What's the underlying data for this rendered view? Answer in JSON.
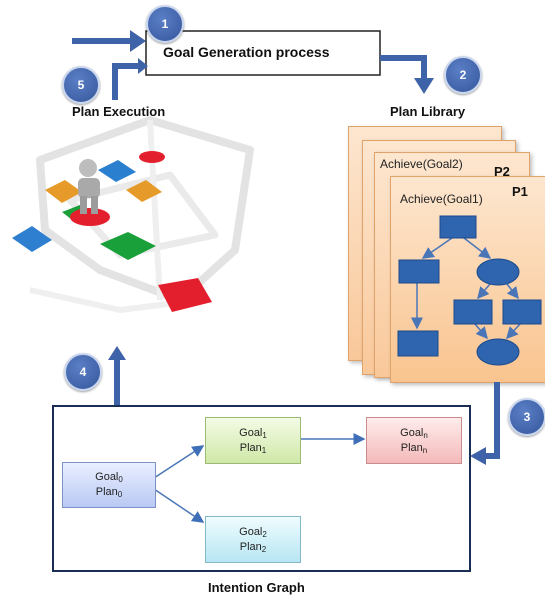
{
  "top": {
    "goal_generation": "Goal Generation process",
    "plan_execution": "Plan Execution",
    "plan_library": "Plan Library"
  },
  "badges": [
    "1",
    "2",
    "3",
    "4",
    "5"
  ],
  "plan_library": {
    "plan2": {
      "title": "Achieve(Goal2)",
      "tag": "P2"
    },
    "plan1": {
      "title": "Achieve(Goal1)",
      "tag": "P1"
    }
  },
  "intention_graph": {
    "title": "Intention Graph",
    "goal0": {
      "goal": "Goal",
      "goal_sub": "0",
      "plan": "Plan",
      "plan_sub": "0"
    },
    "goal1": {
      "goal": "Goal",
      "goal_sub": "1",
      "plan": "Plan",
      "plan_sub": "1"
    },
    "goal2": {
      "goal": "Goal",
      "goal_sub": "2",
      "plan": "Plan",
      "plan_sub": "2"
    },
    "goaln": {
      "goal": "Goal",
      "goal_sub": "n",
      "plan": "Plan",
      "plan_sub": "n"
    }
  },
  "colors": {
    "arrow": "#3f63a8",
    "badge": "#4466ad",
    "plan_page": "#f9c89a",
    "node": "#2f64ae"
  }
}
